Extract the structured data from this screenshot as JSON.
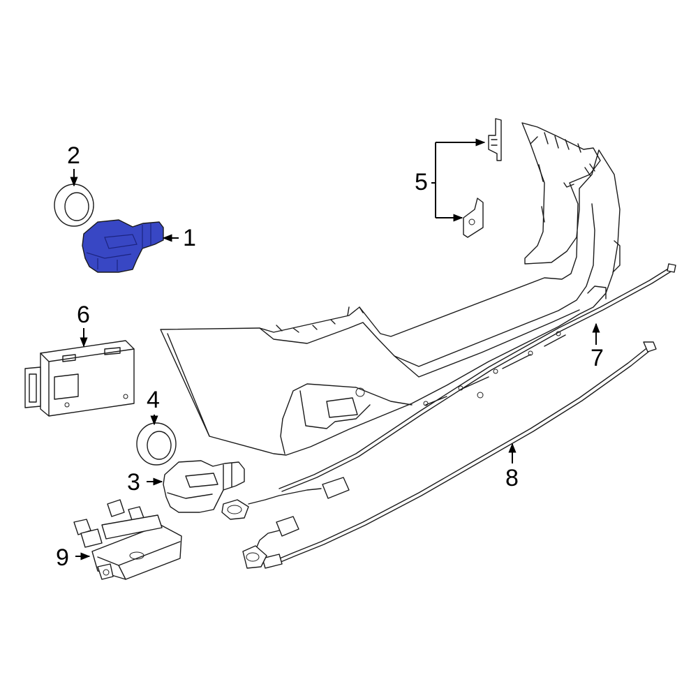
{
  "callouts": {
    "c1": "1",
    "c2": "2",
    "c3": "3",
    "c4": "4",
    "c5": "5",
    "c6": "6",
    "c7": "7",
    "c8": "8",
    "c9": "9"
  },
  "colors": {
    "highlight": "#3847c4",
    "highlight_dark": "#1c2480",
    "line": "#1a1a1a"
  }
}
